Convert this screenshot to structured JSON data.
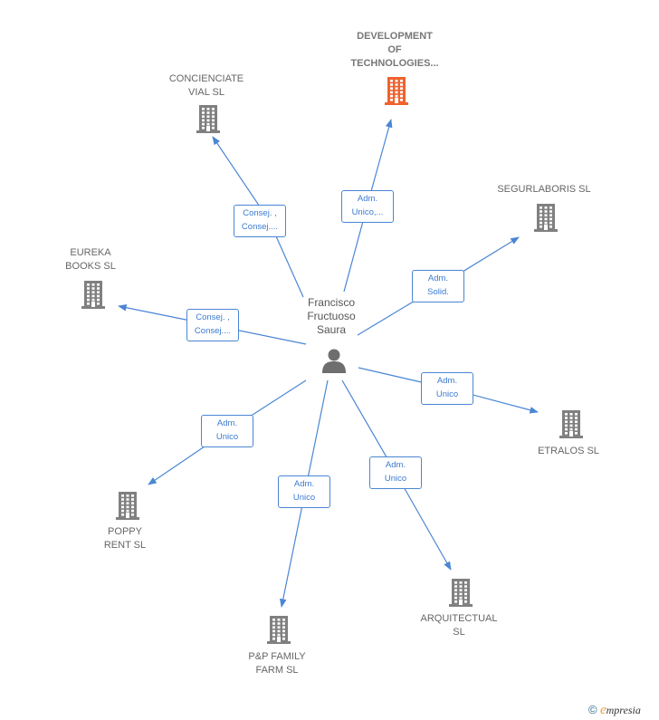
{
  "person": {
    "name": "Francisco\nFructuoso\nSaura"
  },
  "companies": [
    {
      "id": "development",
      "label": "DEVELOPMENT\nOF\nTECHNOLOGIES...",
      "highlight": true
    },
    {
      "id": "concienciate",
      "label": "CONCIENCIATE\nVIAL SL",
      "highlight": false
    },
    {
      "id": "segurlaboris",
      "label": "SEGURLABORIS SL",
      "highlight": false
    },
    {
      "id": "eureka",
      "label": "EUREKA\nBOOKS SL",
      "highlight": false
    },
    {
      "id": "etralos",
      "label": "ETRALOS SL",
      "highlight": false
    },
    {
      "id": "poppy",
      "label": "POPPY\nRENT SL",
      "highlight": false
    },
    {
      "id": "arquitectual",
      "label": "ARQUITECTUAL\nSL",
      "highlight": false
    },
    {
      "id": "pp_family",
      "label": "P&P FAMILY\nFARM SL",
      "highlight": false
    }
  ],
  "relations": [
    {
      "target": "development",
      "label": "Adm.\nUnico,..."
    },
    {
      "target": "concienciate",
      "label": "Consej. ,\nConsej...."
    },
    {
      "target": "segurlaboris",
      "label": "Adm.\nSolid."
    },
    {
      "target": "eureka",
      "label": "Consej. ,\nConsej...."
    },
    {
      "target": "etralos",
      "label": "Adm.\nUnico"
    },
    {
      "target": "poppy",
      "label": "Adm.\nUnico"
    },
    {
      "target": "arquitectual",
      "label": "Adm.\nUnico"
    },
    {
      "target": "pp_family",
      "label": "Adm.\nUnico"
    }
  ],
  "colors": {
    "edge": "#4a86d4",
    "building": "#808080",
    "building_highlight": "#f0622e"
  },
  "footer": {
    "copyright": "©",
    "brand_initial": "e",
    "brand_rest": "mpresia"
  }
}
